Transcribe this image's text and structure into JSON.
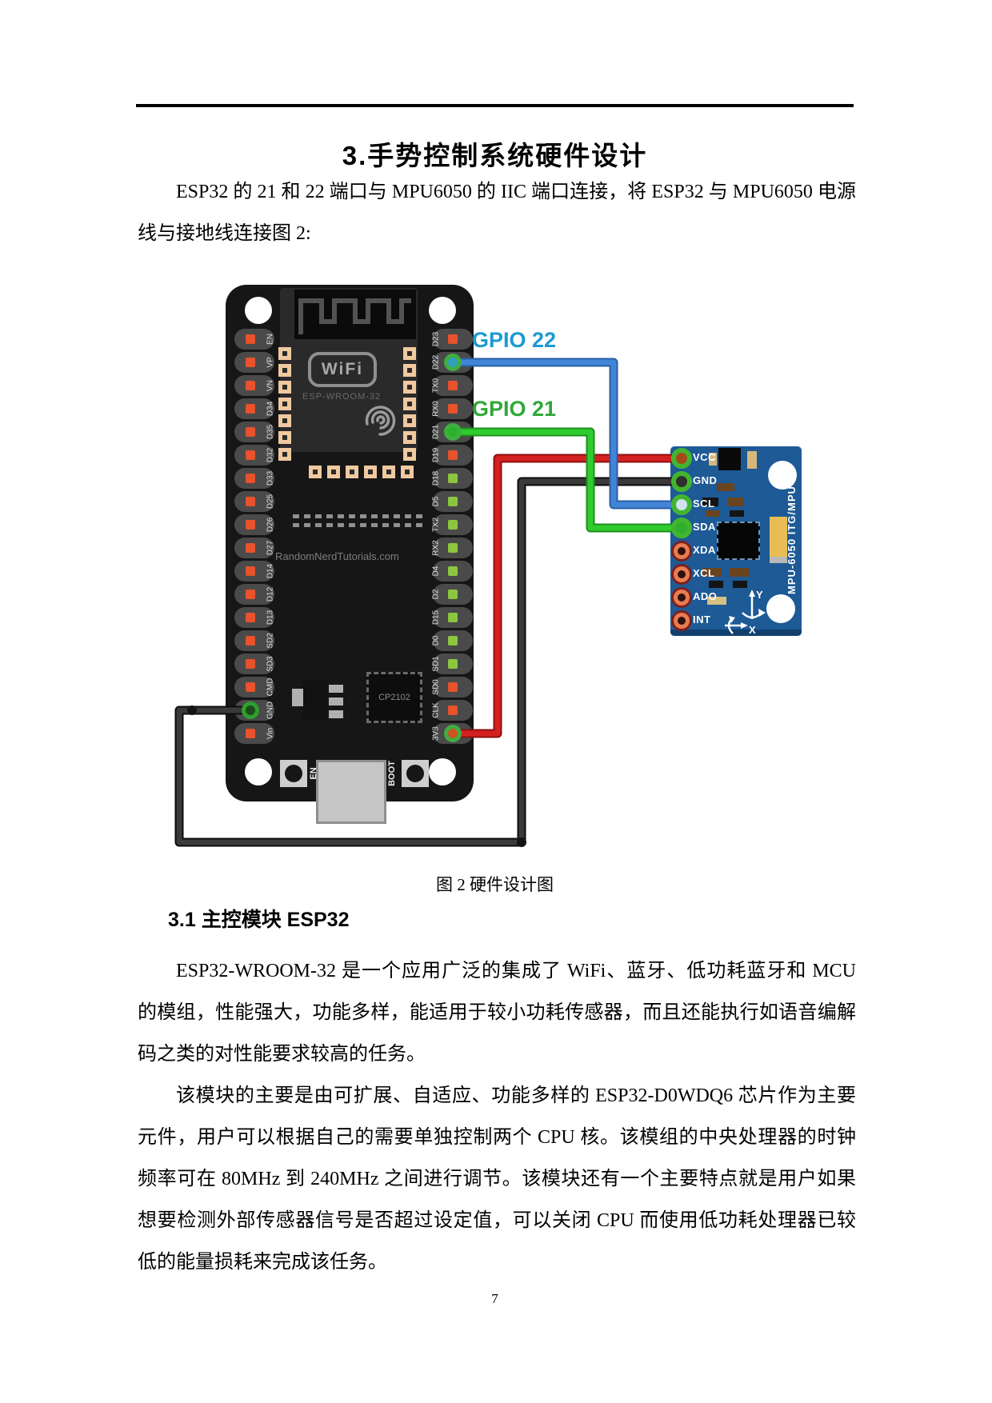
{
  "document": {
    "title": "3.手势控制系统硬件设计",
    "intro": "ESP32 的 21 和 22 端口与 MPU6050 的 IIC 端口连接，将 ESP32 与 MPU6050 电源线与接地线连接图 2:",
    "figure_caption": "图 2 硬件设计图",
    "section_heading": "3.1 主控模块 ESP32",
    "para1": "ESP32-WROOM-32 是一个应用广泛的集成了 WiFi、蓝牙、低功耗蓝牙和 MCU 的模组，性能强大，功能多样，能适用于较小功耗传感器，而且还能执行如语音编解码之类的对性能要求较高的任务。",
    "para2": "该模块的主要是由可扩展、自适应、功能多样的 ESP32-D0WDQ6 芯片作为主要元件，用户可以根据自己的需要单独控制两个 CPU 核。该模组的中央处理器的时钟频率可在 80MHz 到 240MHz 之间进行调节。该模块还有一个主要特点就是用户如果想要检测外部传感器信号是否超过设定值，可以关闭 CPU 而使用低功耗处理器已较低的能量损耗来完成该任务。",
    "page_number": "7"
  },
  "diagram": {
    "esp32": {
      "wifi_logo": "WiFi",
      "module_name": "ESP-WROOM-32",
      "watermark": "RandomNerdTutorials.com",
      "usb_chip": "CP2102",
      "left_pins": [
        "EN",
        "VP",
        "VN",
        "D34",
        "D35",
        "D32",
        "D33",
        "D25",
        "D26",
        "D27",
        "D14",
        "D12",
        "D13",
        "SD2",
        "SD3",
        "CMD",
        "GND",
        "Vin"
      ],
      "right_pins": [
        "D23",
        "D22",
        "TX0",
        "RX0",
        "D21",
        "D19",
        "D18",
        "D5",
        "TX2",
        "RX2",
        "D4",
        "D2",
        "D15",
        "D0",
        "SD1",
        "SD0",
        "CLK",
        "3V3"
      ],
      "buttons": [
        "EN",
        "BOOT"
      ]
    },
    "mpu6050": {
      "pins": [
        "VCC",
        "GND",
        "SCL",
        "SDA",
        "XDA",
        "XCL",
        "ADO",
        "INT"
      ],
      "board_label": "MPU-6050 ITG/MPU",
      "axis_labels": [
        "Y",
        "X"
      ]
    },
    "labels": {
      "gpio22": "GPIO 22",
      "gpio21": "GPIO 21"
    },
    "connections": [
      {
        "from": "ESP32 D22",
        "to": "MPU6050 SCL",
        "signal": "GPIO 22",
        "wire_color": "#4285d6"
      },
      {
        "from": "ESP32 D21",
        "to": "MPU6050 SDA",
        "signal": "GPIO 21",
        "wire_color": "#2ecc2e"
      },
      {
        "from": "ESP32 3V3",
        "to": "MPU6050 VCC",
        "wire_color": "#d42020"
      },
      {
        "from": "ESP32 GND",
        "to": "MPU6050 GND",
        "wire_color": "#2f2f2f"
      }
    ],
    "colors": {
      "gpio22_label": "#1b9ad2",
      "gpio21_label": "#2fa838",
      "mpu_board": "#1d5a96",
      "esp32_board": "#161616"
    }
  }
}
